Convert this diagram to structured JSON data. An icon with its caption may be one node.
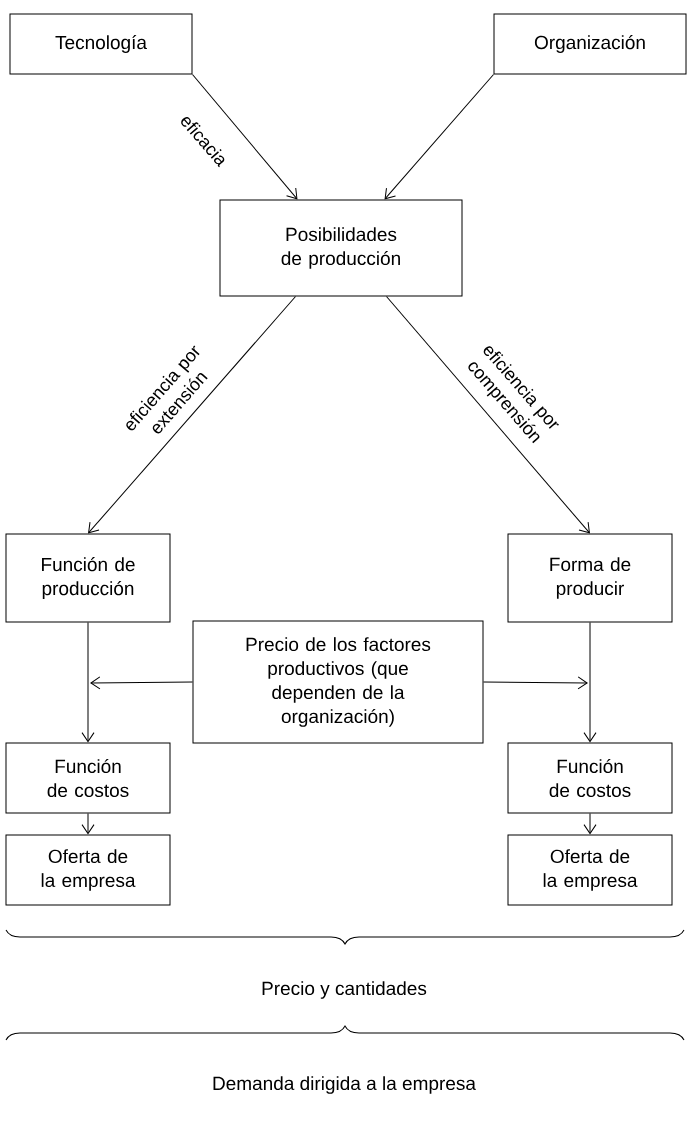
{
  "diagram": {
    "nodes": [
      {
        "text": [
          "Tecnología"
        ]
      },
      {
        "text": [
          "Organización"
        ]
      },
      {
        "text": [
          "Posibilidades de producción"
        ]
      },
      {
        "text": [
          "Función de producción"
        ]
      },
      {
        "text": [
          "Forma de producir"
        ]
      },
      {
        "text": [
          "Precio de los factores productivos (que dependen de la organización)"
        ]
      },
      {
        "text": [
          "Función de costos"
        ]
      },
      {
        "text": [
          "Función de costos"
        ]
      },
      {
        "text": [
          "Oferta de la empresa"
        ]
      },
      {
        "text": [
          "Oferta de la empresa"
        ]
      }
    ],
    "edges": [
      {
        "from": 0,
        "to": 2,
        "arrow": "to",
        "label": "eficacia"
      },
      {
        "from": 1,
        "to": 2,
        "arrow": "to"
      },
      {
        "from": 2,
        "to": 3,
        "arrow": "to",
        "label": "eficiencia por extensión"
      },
      {
        "from": 2,
        "to": 4,
        "arrow": "to",
        "label": "eficiencia por comprensión"
      },
      {
        "from": 3,
        "to": 6,
        "arrow": "to"
      },
      {
        "from": 4,
        "to": 7,
        "arrow": "to"
      },
      {
        "from": 5,
        "to": null,
        "arrow": "to"
      },
      {
        "from": 5,
        "to": null,
        "arrow": "to"
      },
      {
        "from": 6,
        "to": 8,
        "arrow": "to"
      },
      {
        "from": 7,
        "to": 9,
        "arrow": "to"
      }
    ],
    "labels": [
      "Precio y cantidades",
      "Demanda dirigida a la empresa"
    ]
  }
}
